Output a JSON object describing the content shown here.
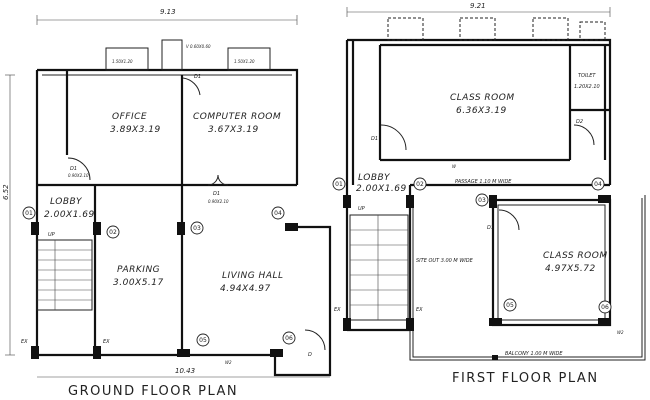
{
  "dims": {
    "ground_width": "9.13",
    "first_width": "9.21",
    "ground_height": "6.52",
    "ground_bottom": "10.43"
  },
  "titles": {
    "ground": "GROUND FLOOR PLAN",
    "first": "FIRST FLOOR PLAN"
  },
  "ground": {
    "office": {
      "name": "OFFICE",
      "size": "3.89X3.19"
    },
    "computer": {
      "name": "COMPUTER ROOM",
      "size": "3.67X3.19"
    },
    "lobby": {
      "name": "LOBBY",
      "size": "2.00X1.69"
    },
    "parking": {
      "name": "PARKING",
      "size": "3.00X5.17"
    },
    "living": {
      "name": "LIVING HALL",
      "size": "4.94X4.97"
    },
    "up": "UP",
    "ex_left": "EX",
    "ex_right": "EX",
    "door_d1_office": "D1",
    "door_d1_computer": "D1",
    "door_d1_living": "D1",
    "door_d": "D",
    "win_office": "1.50X1.20",
    "win_computer": "1.50X1.20",
    "vent": "V 0.60X0.60",
    "lbl_living_door": "0.90X2.10",
    "lbl_office_door": "0.90X2.10",
    "lbl_w2": "W2"
  },
  "first": {
    "classroom1": {
      "name": "CLASS ROOM",
      "size": "6.36X3.19"
    },
    "toilet": {
      "name": "TOILET",
      "size": "1.20X2.10"
    },
    "lobby": {
      "name": "LOBBY",
      "size": "2.00X1.69"
    },
    "passage": "PASSAGE 1.10 M WIDE",
    "classroom2": {
      "name": "CLASS ROOM",
      "size": "4.97X5.72"
    },
    "siteout": "SITE OUT 3.00 M WIDE",
    "balcony": "BALCONY 1.00 M WIDE",
    "up": "UP",
    "ex_left": "EX",
    "ex_right": "EX",
    "door_d1_class1": "D1",
    "door_d2_toilet": "D2",
    "door_d1_class2": "D1",
    "w_label": "W",
    "w2_label": "W2"
  },
  "grid_nodes": {
    "ground": [
      "01",
      "02",
      "03",
      "04",
      "05",
      "06"
    ],
    "first": [
      "01",
      "02",
      "03",
      "04",
      "05",
      "06"
    ]
  }
}
